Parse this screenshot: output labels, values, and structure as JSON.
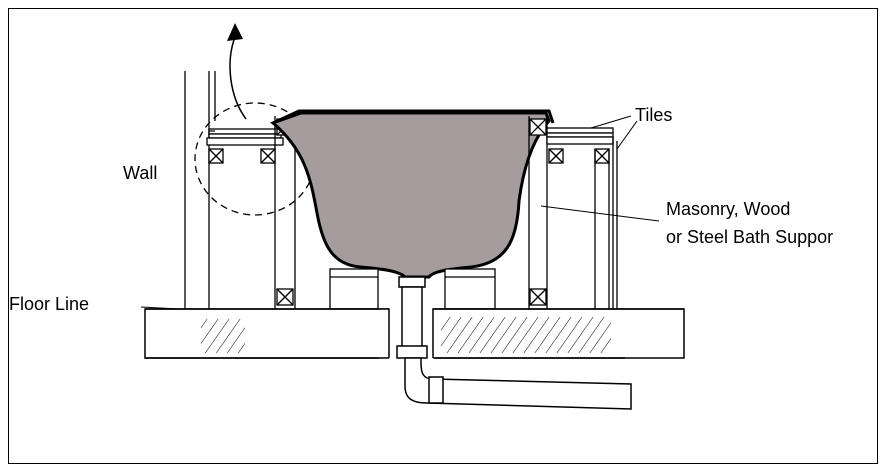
{
  "labels": {
    "wall": "Wall",
    "tiles": "Tiles",
    "floor_line": "Floor Line",
    "support_line1": "Masonry, Wood",
    "support_line2": "or Steel Bath Suppor"
  },
  "colors": {
    "tub_fill": "#a59c9e",
    "stroke": "#000000",
    "background": "#ffffff"
  }
}
